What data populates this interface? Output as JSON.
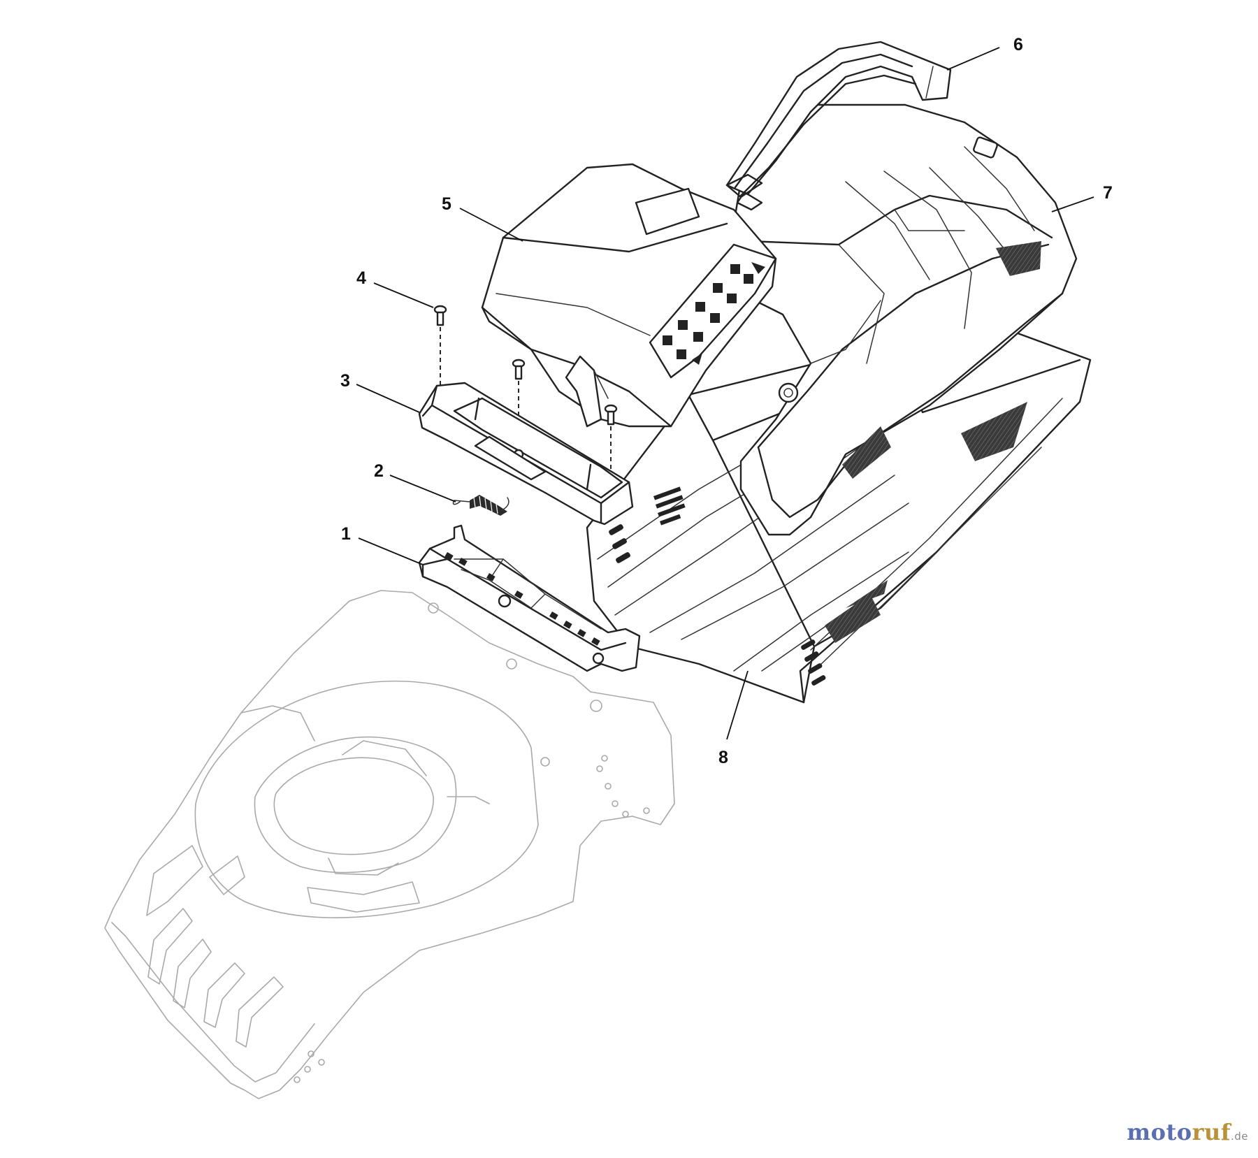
{
  "diagram": {
    "callouts": [
      {
        "id": "1",
        "label": "1"
      },
      {
        "id": "2",
        "label": "2"
      },
      {
        "id": "3",
        "label": "3"
      },
      {
        "id": "4",
        "label": "4"
      },
      {
        "id": "5",
        "label": "5"
      },
      {
        "id": "6",
        "label": "6"
      },
      {
        "id": "7",
        "label": "7"
      },
      {
        "id": "8",
        "label": "8"
      }
    ]
  },
  "watermark": {
    "part1": "moto",
    "part2": "ruf",
    "suffix": ".de"
  }
}
